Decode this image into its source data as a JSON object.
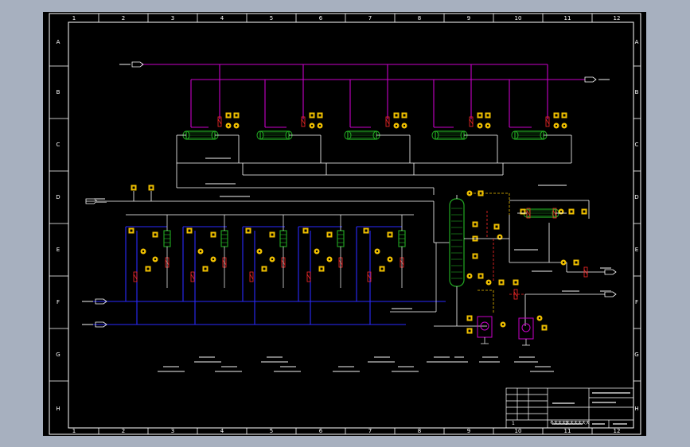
{
  "frame": {
    "col_labels": [
      "1",
      "2",
      "3",
      "4",
      "5",
      "6",
      "7",
      "8",
      "9",
      "10",
      "11",
      "12"
    ],
    "row_labels": [
      "A",
      "B",
      "C",
      "D",
      "E",
      "F",
      "G",
      "H"
    ]
  },
  "colors": {
    "background": "#a7b0bf",
    "sheet": "#000000",
    "frame": "#ffffff",
    "steam": "#c800c8",
    "water": "#2a2aff",
    "process": "#ffffff",
    "instrument": "#f0c000",
    "valve": "#ff2a2a",
    "equipment": "#22aa22"
  },
  "title_block": {
    "number_left": "1",
    "number_right": "1",
    "label": "冬天天天天天天天天天"
  },
  "icons": {
    "stream_flag": "arrow-flag",
    "heat_exchanger": "shell-and-tube",
    "column": "distillation-column",
    "pump": "centrifugal-pump"
  }
}
